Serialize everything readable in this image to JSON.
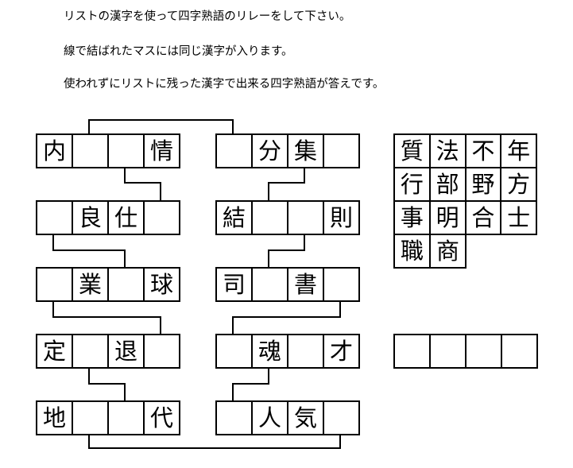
{
  "instructions": [
    "リストの漢字を使って四字熟語のリレーをして下さい。",
    "線で結ばれたマスには同じ漢字が入ります。",
    "使われずにリストに残った漢字で出来る四字熟語が答えです。"
  ],
  "left_column": [
    [
      "内",
      "",
      "",
      "情"
    ],
    [
      "",
      "良",
      "仕",
      ""
    ],
    [
      "",
      "業",
      "",
      "球"
    ],
    [
      "定",
      "",
      "退",
      ""
    ],
    [
      "地",
      "",
      "",
      "代"
    ]
  ],
  "right_column": [
    [
      "",
      "分",
      "集",
      ""
    ],
    [
      "結",
      "",
      "",
      "則"
    ],
    [
      "司",
      "",
      "書",
      ""
    ],
    [
      "",
      "魂",
      "",
      "才"
    ],
    [
      "",
      "人",
      "気",
      ""
    ]
  ],
  "kanji_list": [
    [
      "質",
      "法",
      "不",
      "年"
    ],
    [
      "行",
      "部",
      "野",
      "方"
    ],
    [
      "事",
      "明",
      "合",
      "士"
    ],
    [
      "職",
      "商"
    ]
  ],
  "answer_cells": [
    "",
    "",
    "",
    ""
  ]
}
